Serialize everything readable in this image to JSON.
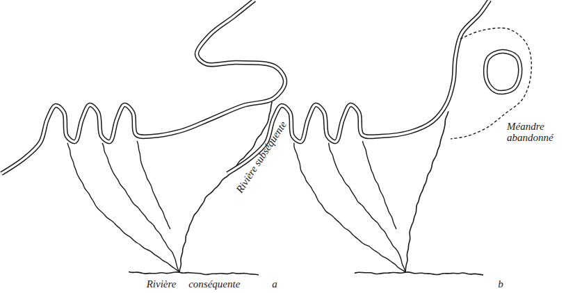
{
  "diagram": {
    "labels": [
      "Rivière subséquente",
      "Rivière conséquente",
      "a",
      "Méandre abandonné",
      "b"
    ]
  }
}
